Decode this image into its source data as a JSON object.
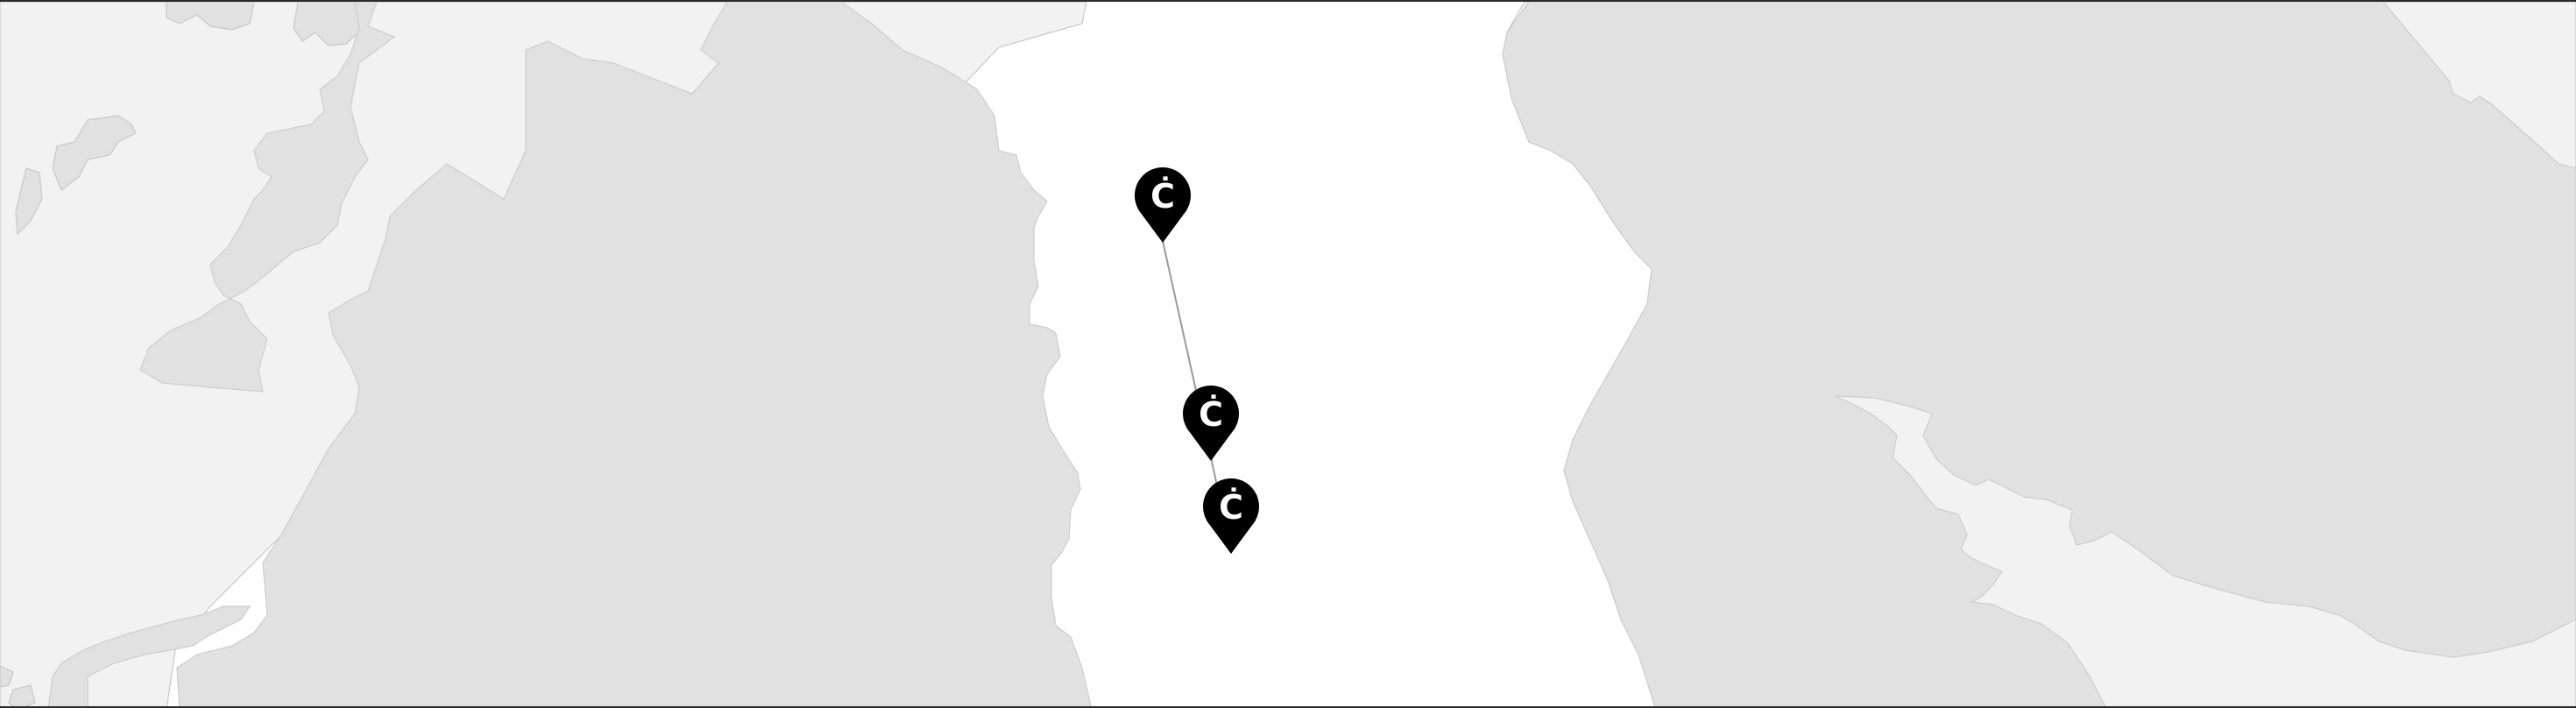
{
  "map": {
    "colors": {
      "water": "#ffffff",
      "land_outer": "#f2f2f2",
      "land_inner": "#e1e1e1",
      "route": "#9a9a9a",
      "marker_fill": "#000000",
      "marker_glyph": "#ffffff"
    },
    "markers": [
      {
        "name": "stop-marker-1",
        "icon": "location-pin-icon",
        "glyph": "Ċ"
      },
      {
        "name": "stop-marker-2",
        "icon": "location-pin-icon",
        "glyph": "Ċ"
      },
      {
        "name": "stop-marker-3",
        "icon": "location-pin-icon",
        "glyph": "Ċ"
      }
    ]
  }
}
